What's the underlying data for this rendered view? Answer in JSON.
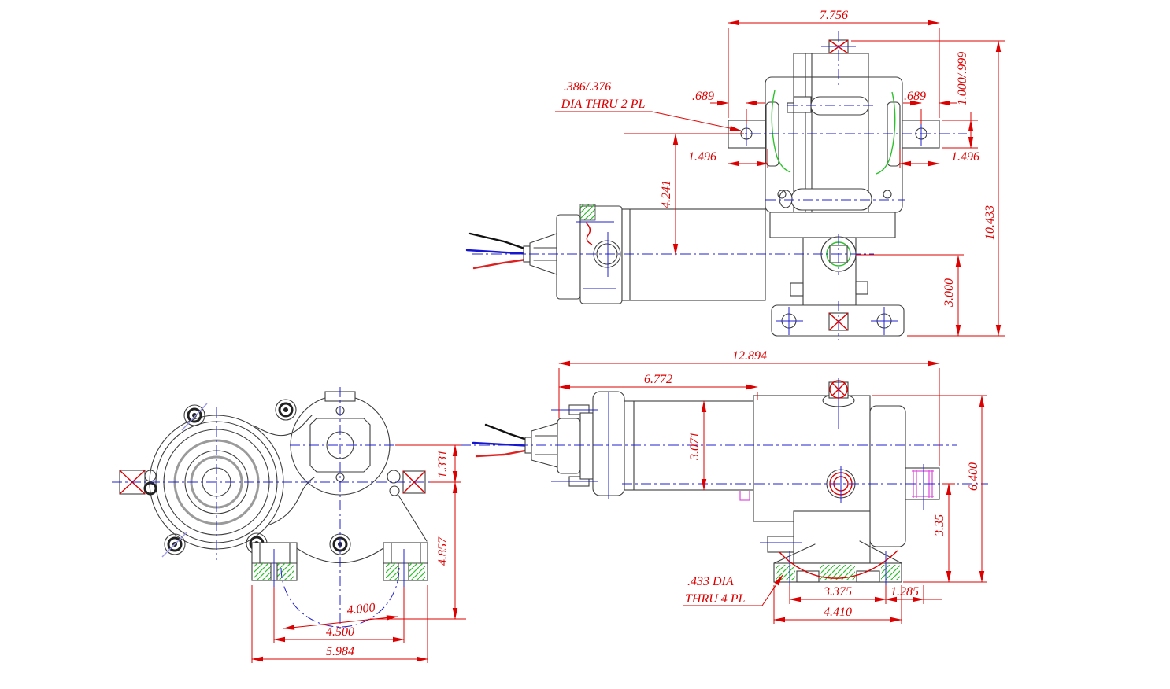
{
  "drawing_title": "Gear motor dimensioned three-view drawing",
  "colors": {
    "dimension": "#dd0000",
    "centerline": "#2020cc",
    "outline": "#3d3d3d",
    "gasket_green": "#2cc22c",
    "keyway_magenta": "#dd55dd",
    "wire_black": "#111111",
    "wire_blue": "#1515d0",
    "wire_red": "#e02020"
  },
  "top_view": {
    "overall_width": "7.756",
    "shaft_square": "1.000/.999",
    "hole_offset_left": ".689",
    "hole_offset_right": ".689",
    "shaft_ext_left": "1.496",
    "shaft_ext_right": "1.496",
    "motor_axis_to_cross_shaft": "4.241",
    "overall_length": "10.433",
    "axis_to_base": "3.000",
    "hole_note_line1": ".386/.376",
    "hole_note_line2": "DIA THRU 2 PL"
  },
  "front_view": {
    "overall_length": "12.894",
    "motor_length": "6.772",
    "motor_diameter": "3.071",
    "overall_height": "6.400",
    "axis_height": "3.35",
    "foot_note_line1": ".433 DIA",
    "foot_note_line2": "THRU 4 PL",
    "foot_hole_spacing": "3.375",
    "hole_to_shaft_center": "1.285",
    "foot_length": "4.410"
  },
  "end_view": {
    "axis_offset": "1.331",
    "axis_to_foot": "4.857",
    "bolt_circle_dia": "4.000",
    "foot_hole_spacing": "4.500",
    "foot_width": "5.984"
  }
}
